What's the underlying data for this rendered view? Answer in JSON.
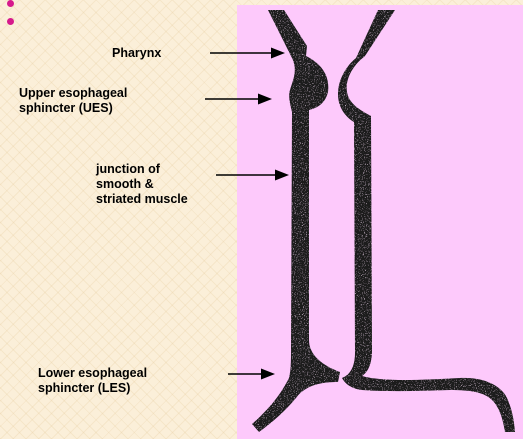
{
  "labels": {
    "pharynx": "Pharynx",
    "ues": "Upper esophageal\nsphincter (UES)",
    "junction": "junction of\nsmooth &\nstriated muscle",
    "les": "Lower esophageal\nsphincter (LES)"
  },
  "colors": {
    "slide_background": "#fbefd9",
    "panel_background": "#fdc9fb",
    "esophagus_wall": "#1c1c1c",
    "bullet": "#d6198c"
  },
  "icons": {
    "bullets": "pink-circle-bullet",
    "pointers": "black-arrow-right"
  }
}
